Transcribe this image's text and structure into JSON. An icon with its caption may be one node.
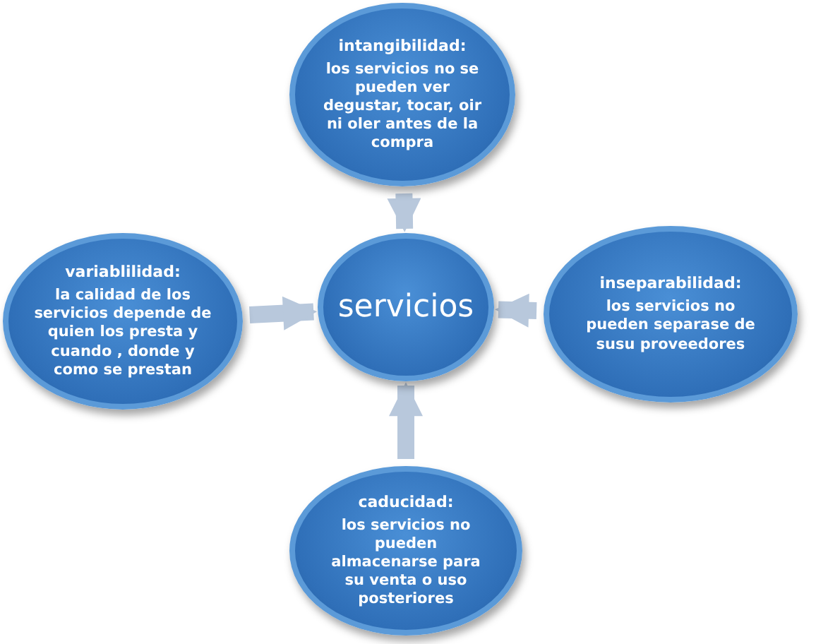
{
  "diagram": {
    "nodes": [
      {
        "text": [
          "intangibilidad:",
          "los servicios no se pueden ver degustar, tocar, oir ni oler antes de la compra"
        ]
      },
      {
        "text": [
          "variablilidad:",
          "la calidad de los servicios depende de quien los presta y cuando , donde y como se prestan"
        ]
      },
      {
        "text": [
          "servicios"
        ]
      },
      {
        "text": [
          "inseparabilidad:",
          "los servicios no pueden separase de susu proveedores"
        ]
      },
      {
        "text": [
          "caducidad:",
          "los servicios no pueden almacenarse para su venta o uso posteriores"
        ]
      }
    ],
    "edges": [
      {
        "from": 0,
        "to": 2,
        "arrow": "to"
      },
      {
        "from": 1,
        "to": 2,
        "arrow": "to"
      },
      {
        "from": 3,
        "to": 2,
        "arrow": "to"
      },
      {
        "from": 4,
        "to": 2,
        "arrow": "to"
      }
    ]
  }
}
